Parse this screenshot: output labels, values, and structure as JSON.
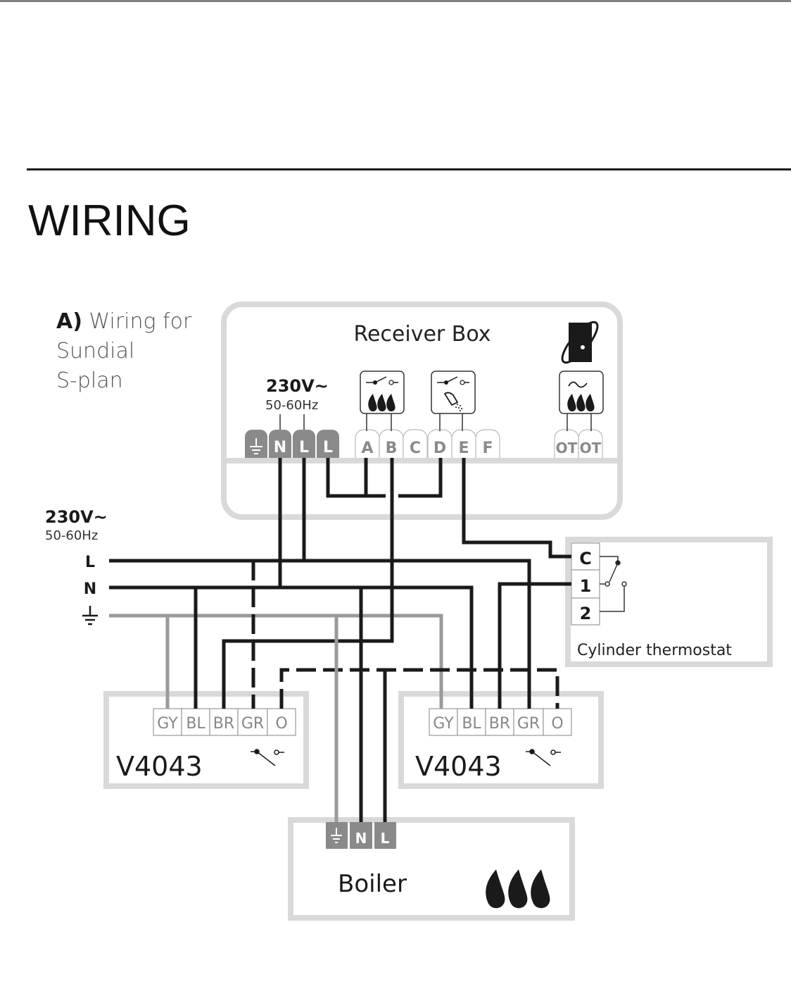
{
  "page": {
    "title": "WIRING",
    "section_label": "A)",
    "section_title_lines": [
      "Wiring for",
      "Sundial",
      "S-plan"
    ]
  },
  "receiver_box": {
    "title": "Receiver Box",
    "supply_voltage": "230V~",
    "supply_freq": "50-60Hz",
    "power_terminals": [
      "⏚",
      "N",
      "L",
      "L"
    ],
    "signal_terminals": [
      "A",
      "B",
      "C",
      "D",
      "E",
      "F"
    ],
    "ot_terminals": [
      "OT",
      "OT"
    ],
    "icons": [
      "switch-heating-icon",
      "switch-hot-water-icon",
      "opentherm-heating-icon",
      "wireless-logo-icon"
    ]
  },
  "mains": {
    "voltage": "230V~",
    "freq": "50-60Hz",
    "lines": [
      "L",
      "N",
      "⏚"
    ]
  },
  "cylinder_thermostat": {
    "label": "Cylinder thermostat",
    "terminals": [
      "C",
      "1",
      "2"
    ]
  },
  "valves": [
    {
      "model": "V4043",
      "terminals": [
        "GY",
        "BL",
        "BR",
        "GR",
        "O"
      ]
    },
    {
      "model": "V4043",
      "terminals": [
        "GY",
        "BL",
        "BR",
        "GR",
        "O"
      ]
    }
  ],
  "boiler": {
    "label": "Boiler",
    "terminals": [
      "⏚",
      "N",
      "L"
    ]
  },
  "colors": {
    "wire": "#1a1a1a",
    "earth_wire": "#9a9a9a",
    "box_border": "#d9d9d9",
    "terminal_dark": "#8a8a8a",
    "terminal_text": "#888888"
  }
}
